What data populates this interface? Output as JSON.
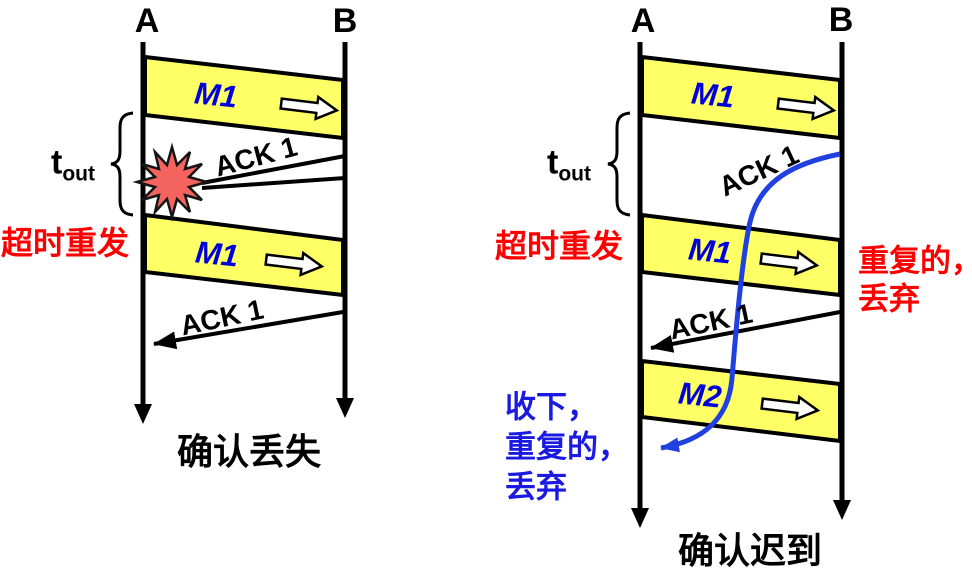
{
  "colors": {
    "frame_yellow": "#FFFF66",
    "message_blue": "#0000DD",
    "note_blue": "#1A1AE0",
    "alert_red": "#FF0000",
    "curve_blue": "#2040E0",
    "burst_fill": "#F4645F",
    "line_black": "#000000"
  },
  "left": {
    "host_a": "A",
    "host_b": "B",
    "timer": "t",
    "timer_sub": "out",
    "m1_first": "M1",
    "m1_retrans": "M1",
    "ack_lost": "ACK 1",
    "ack_second": "ACK 1",
    "retransmit_label": "超时重发",
    "caption": "确认丢失"
  },
  "right": {
    "host_a": "A",
    "host_b": "B",
    "timer": "t",
    "timer_sub": "out",
    "m1_first": "M1",
    "m1_retrans": "M1",
    "m2": "M2",
    "ack_delayed": "ACK 1",
    "ack_second": "ACK 1",
    "retransmit_label": "超时重发",
    "duplicate_note": [
      "重复的，",
      "丢弃"
    ],
    "late_ack_note": [
      "收下，",
      "重复的，",
      "丢弃"
    ],
    "caption": "确认迟到"
  }
}
